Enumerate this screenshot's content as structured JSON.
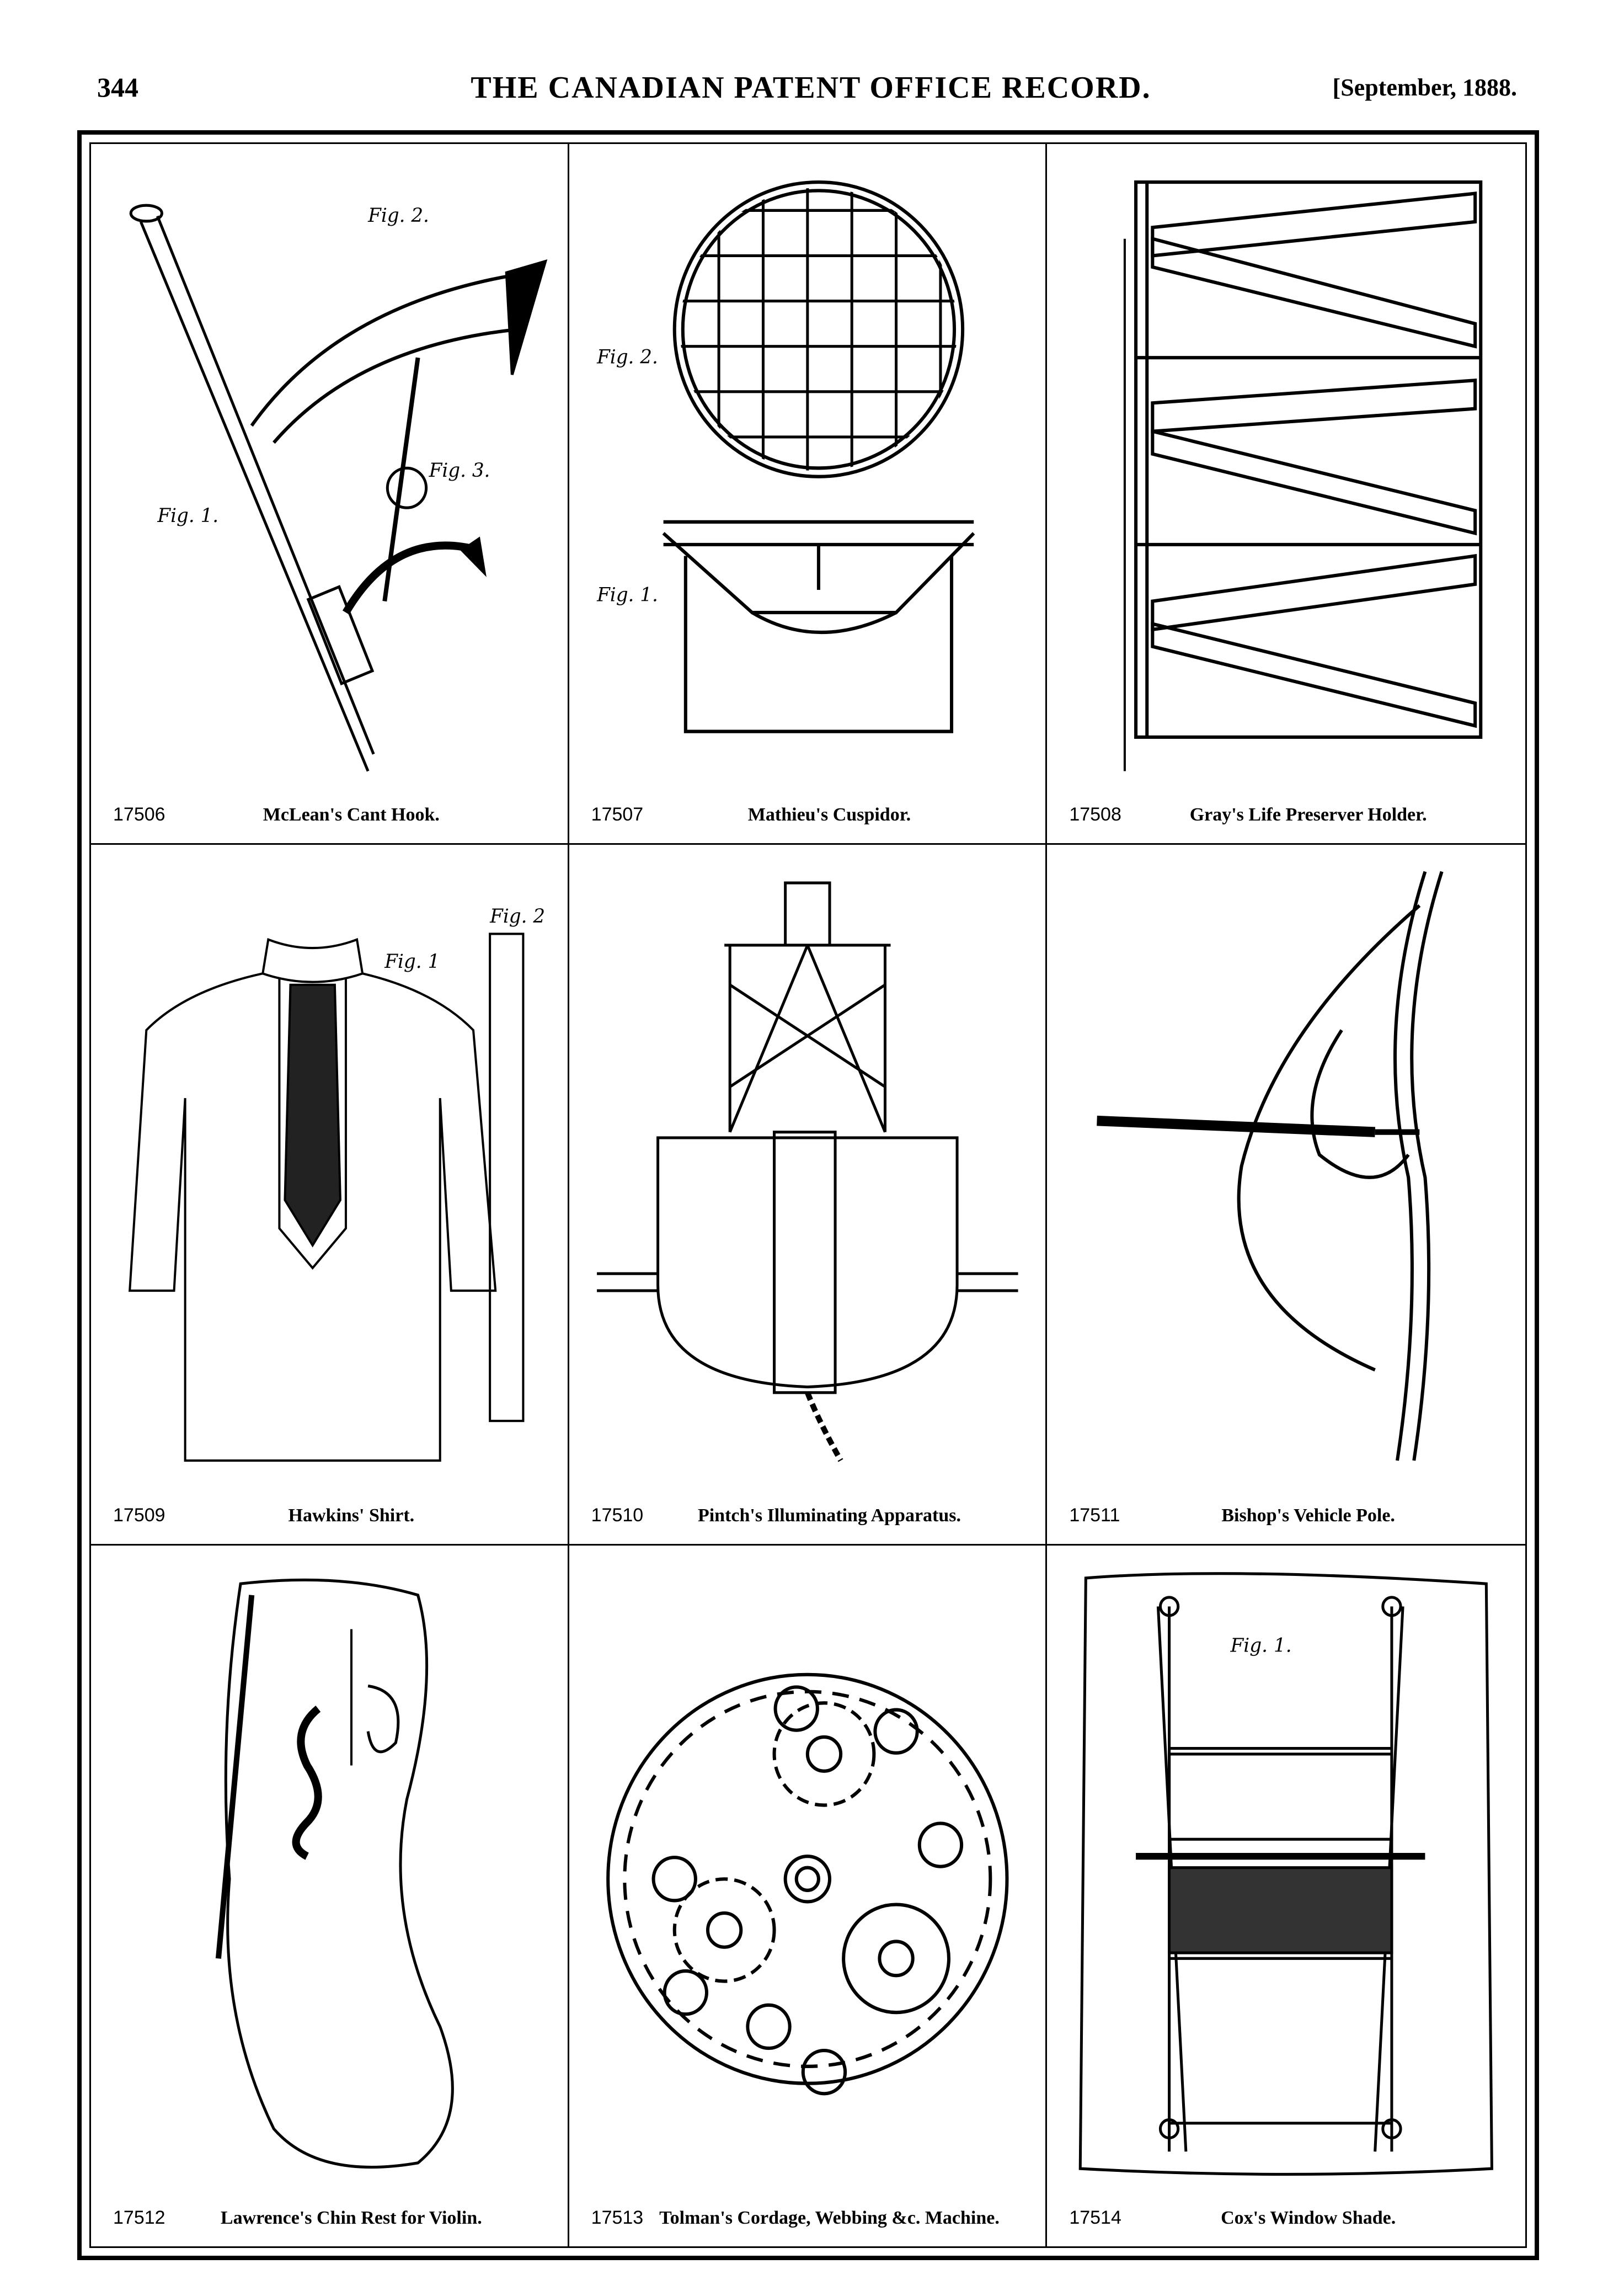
{
  "header": {
    "page_number": "344",
    "title": "THE CANADIAN PATENT OFFICE RECORD.",
    "date": "[September, 1888."
  },
  "patents": [
    {
      "number": "17506",
      "title": "McLean's Cant Hook.",
      "fig_labels": [
        "Fig. 2.",
        "Fig. 3.",
        "Fig. 1."
      ]
    },
    {
      "number": "17507",
      "title": "Mathieu's Cuspidor.",
      "fig_labels": [
        "Fig. 2.",
        "Fig. 1."
      ]
    },
    {
      "number": "17508",
      "title": "Gray's Life Preserver Holder.",
      "fig_labels": []
    },
    {
      "number": "17509",
      "title": "Hawkins' Shirt.",
      "fig_labels": [
        "Fig. 1",
        "Fig. 2"
      ]
    },
    {
      "number": "17510",
      "title": "Pintch's Illuminating Apparatus.",
      "fig_labels": []
    },
    {
      "number": "17511",
      "title": "Bishop's Vehicle Pole.",
      "fig_labels": []
    },
    {
      "number": "17512",
      "title": "Lawrence's Chin Rest for Violin.",
      "fig_labels": []
    },
    {
      "number": "17513",
      "title": "Tolman's Cordage, Webbing &c. Machine.",
      "fig_labels": []
    },
    {
      "number": "17514",
      "title": "Cox's Window Shade.",
      "fig_labels": [
        "Fig. 1."
      ]
    }
  ]
}
